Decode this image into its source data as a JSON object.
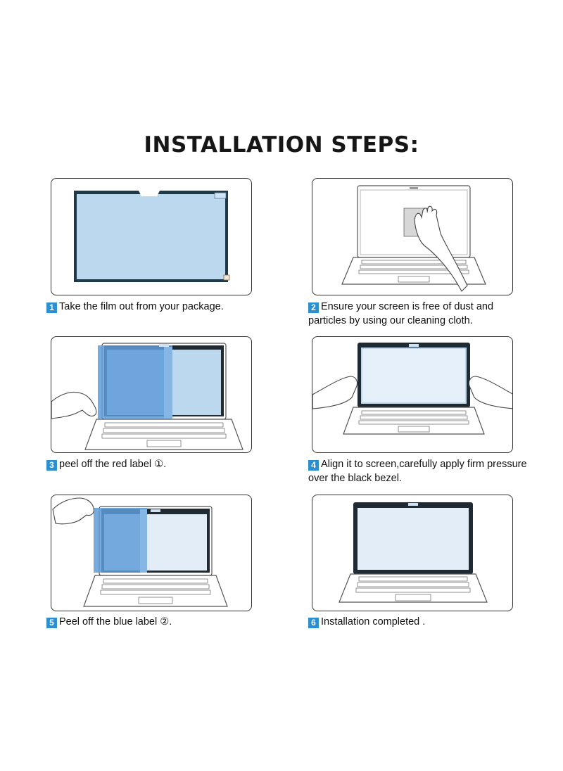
{
  "title": "INSTALLATION STEPS:",
  "accent_color": "#2c8fd2",
  "film_color": "#bcd8ef",
  "bezel_color": "#1f2a33",
  "steps": [
    {
      "number": "1",
      "line1": "Take the film out from your package.",
      "line2": ""
    },
    {
      "number": "2",
      "line1": "Ensure your screen is free of dust and",
      "line2": "particles by using our cleaning cloth."
    },
    {
      "number": "3",
      "line1": "peel off the red label ①.",
      "line2": ""
    },
    {
      "number": "4",
      "line1": "Align it to screen,carefully apply firm pressure",
      "line2": "over the black bezel."
    },
    {
      "number": "5",
      "line1": "Peel off the blue label ②.",
      "line2": ""
    },
    {
      "number": "6",
      "line1": "Installation completed .",
      "line2": ""
    }
  ]
}
